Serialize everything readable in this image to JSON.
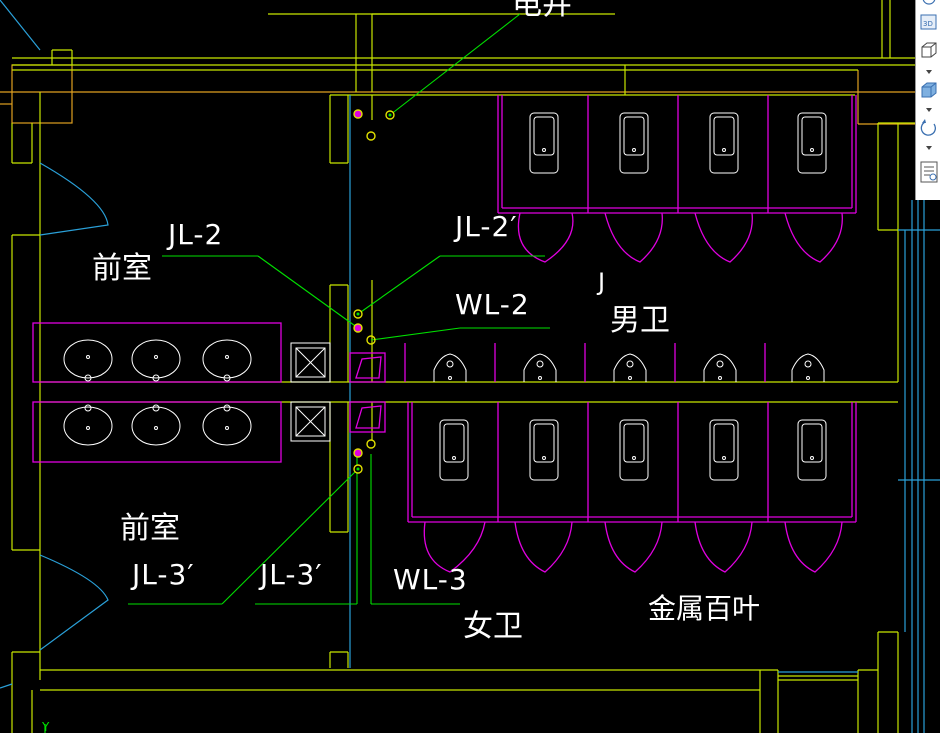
{
  "rooms": {
    "front_room_upper": "前室",
    "front_room_lower": "前室",
    "men_toilet": "男卫",
    "women_toilet": "女卫",
    "shaft": "电井",
    "louver": "金属百叶",
    "stray_mark": "J"
  },
  "pipe_labels": {
    "jl2": "JL-2",
    "jl2_prime": "JL-2′",
    "wl2": "WL-2",
    "jl3_prime_left": "JL-3′",
    "jl3_prime_right": "JL-3′",
    "wl3": "WL-3"
  },
  "axis": {
    "y_label": "Y"
  },
  "toolbar": {
    "view3d_label": "3D",
    "icons": [
      "orbit-icon",
      "view-3d-icon",
      "cube-wire-icon",
      "cube-solid-icon",
      "rotate-icon",
      "list-view-icon"
    ]
  },
  "colors": {
    "background": "#000000",
    "wall": "#c8e600",
    "axis": "#e0a020",
    "fixture": "#e000e0",
    "door_swing": "#e000e0",
    "leader": "#00e000",
    "blue": "#2aa0d8",
    "text": "#ffffff"
  }
}
